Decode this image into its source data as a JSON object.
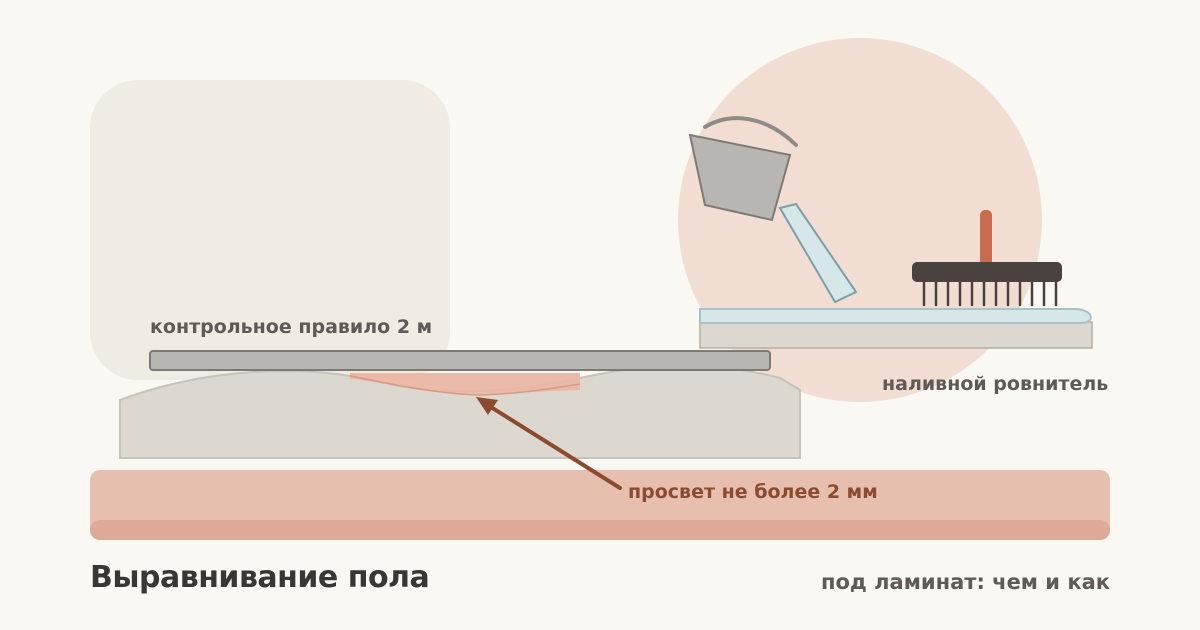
{
  "labels": {
    "rule": "контрольное правило 2 м",
    "leveler": "наливной ровнитель",
    "gap": "просвет не более 2 мм"
  },
  "footer": {
    "title": "Выравнивание пола",
    "subtitle": "под ламинат: чем и как"
  },
  "colors": {
    "background": "#faf8f3",
    "panel": "#f0ebe3",
    "circle": "#f2ddd3",
    "screed": "#ddd8cf",
    "base_slab": "#e6bfae",
    "accent": "#c86b4e",
    "arrow": "#8c4a2f",
    "rule": "#b8b6b2",
    "leveler_liquid": "#d6e7ea",
    "brush": "#4a423f"
  },
  "icons": {
    "bucket": "bucket-icon",
    "spiked-roller": "spiked-roller-icon",
    "level-rule": "level-rule-icon"
  }
}
